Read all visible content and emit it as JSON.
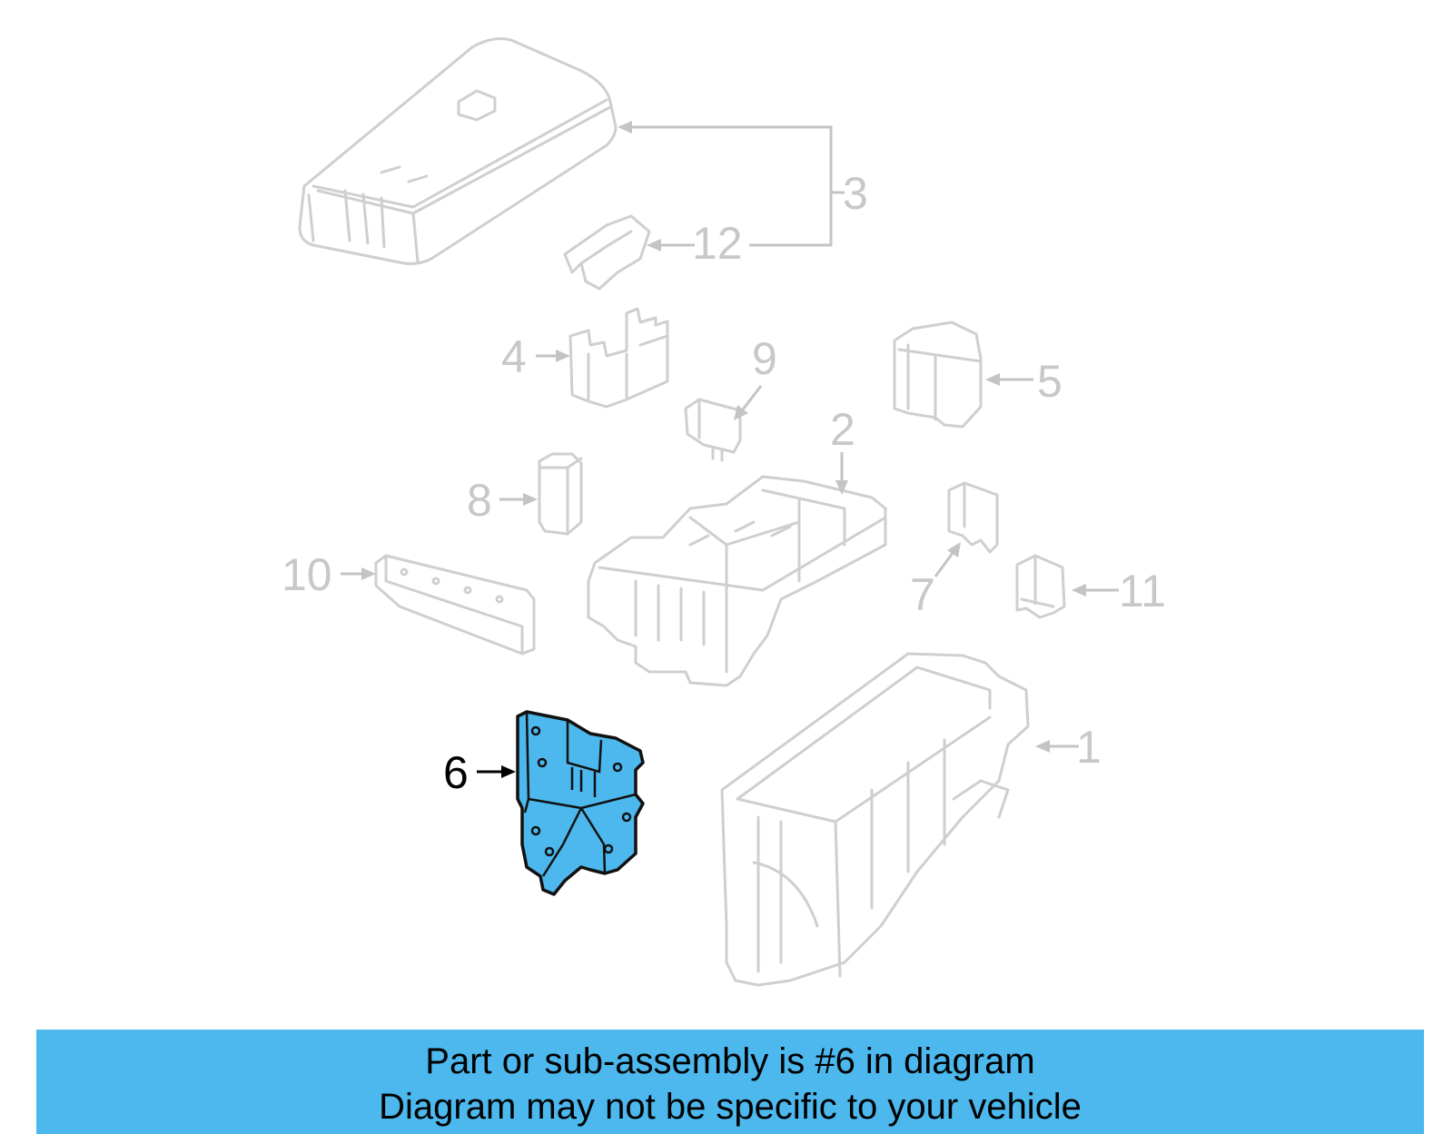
{
  "diagram": {
    "active_part": "6",
    "highlight_color": "#4cb8ee",
    "callouts": {
      "c1": "1",
      "c2": "2",
      "c3": "3",
      "c4": "4",
      "c5": "5",
      "c6": "6",
      "c7": "7",
      "c8": "8",
      "c9": "9",
      "c10": "10",
      "c11": "11",
      "c12": "12"
    }
  },
  "banner": {
    "line1": "Part or sub-assembly is #6 in diagram",
    "line2": "Diagram may not be specific to your vehicle",
    "color": "#4cb8ee"
  }
}
